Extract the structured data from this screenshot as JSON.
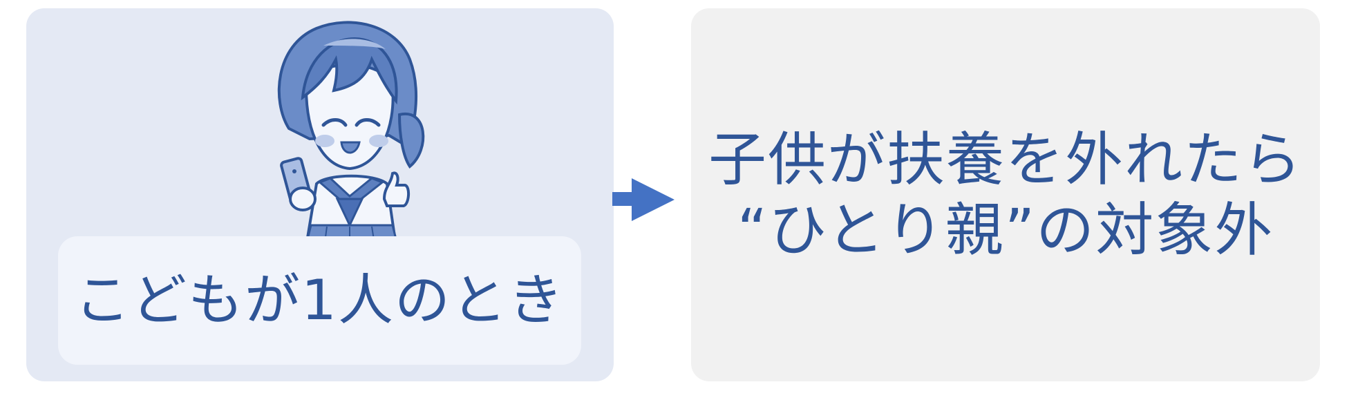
{
  "condition": {
    "label": "こどもが1人のとき",
    "illustration_icon": "girl-with-phone-thumbs-up-icon"
  },
  "arrow_icon": "right-arrow-icon",
  "result": {
    "line1": "子供が扶養を外れたら",
    "line2": "“ひとり親”の対象外"
  },
  "colors": {
    "accent": "#2f5597",
    "arrow": "#4472c4",
    "left_panel_bg": "#e4e9f4",
    "label_bg": "#f1f4fb",
    "right_panel_bg": "#f1f1f1"
  }
}
